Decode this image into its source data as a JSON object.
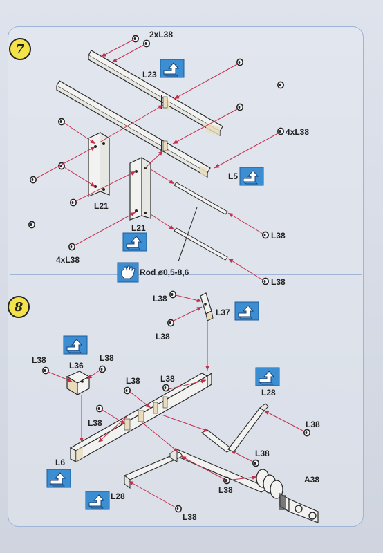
{
  "step7": {
    "number": "7",
    "labels": {
      "top_pins": "2xL38",
      "l23": "L23",
      "right_pins": "4xL38",
      "l5": "L5",
      "l21_left": "L21",
      "l21_center": "L21",
      "bottom_pins": "4xL38",
      "rod_pin_1": "L38",
      "rod_pin_2": "L38",
      "rod": "Rod ø0,5-8,6"
    }
  },
  "step8": {
    "number": "8",
    "labels": {
      "l37_pin_top": "L38",
      "l37_pin_bottom": "L38",
      "l37": "L37",
      "l36_pin_left": "L38",
      "l36_pin_right": "L38",
      "l36": "L36",
      "frame_pin_1": "L38",
      "frame_pin_2": "L38",
      "frame_pin_3": "L38",
      "l28_right": "L28",
      "arm_pin_right": "L38",
      "arm_pin_center": "L38",
      "l6": "L6",
      "arm_pin_lower": "L38",
      "a38": "A38",
      "l28_bottom": "L28",
      "bottom_pin": "L38"
    }
  },
  "colors": {
    "ink": "#2a2a2a",
    "arrow": "#c4304c",
    "icon_blue": "#3c8ed2",
    "badge_yellow": "#f3e24a",
    "part_fill": "#f2f2f0",
    "glue_fill": "#e8dcbc"
  },
  "icons": {
    "photo_etch": "fold-arrow-icon",
    "hand": "hand-icon"
  }
}
